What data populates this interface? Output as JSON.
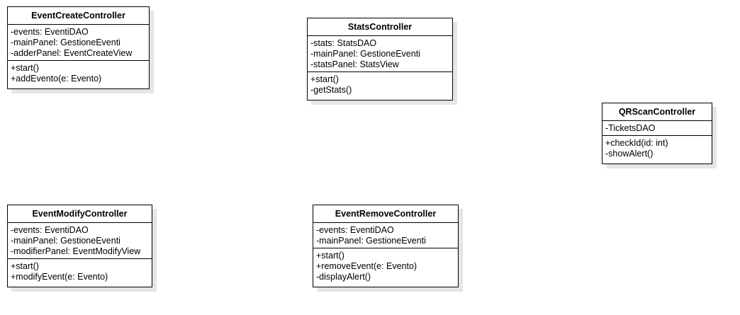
{
  "classes": {
    "event_create": {
      "name": "EventCreateController",
      "attributes": [
        "-events: EventiDAO",
        "-mainPanel: GestioneEventi",
        "-adderPanel: EventCreateView"
      ],
      "operations": [
        "+start()",
        "+addEvento(e: Evento)"
      ]
    },
    "stats": {
      "name": "StatsController",
      "attributes": [
        "-stats: StatsDAO",
        "-mainPanel: GestioneEventi",
        "-statsPanel: StatsView"
      ],
      "operations": [
        "+start()",
        "-getStats()"
      ]
    },
    "qrscan": {
      "name": "QRScanController",
      "attributes": [
        "-TicketsDAO"
      ],
      "operations": [
        "+checkId(id: int)",
        "-showAlert()"
      ]
    },
    "event_modify": {
      "name": "EventModifyController",
      "attributes": [
        "-events: EventiDAO",
        "-mainPanel: GestioneEventi",
        "-modifierPanel: EventModifyView"
      ],
      "operations": [
        "+start()",
        "+modifyEvent(e: Evento)"
      ]
    },
    "event_remove": {
      "name": "EventRemoveController",
      "attributes": [
        "-events: EventiDAO",
        "-mainPanel: GestioneEventi"
      ],
      "operations": [
        "+start()",
        "+removeEvent(e: Evento)",
        "-displayAlert()"
      ]
    }
  }
}
